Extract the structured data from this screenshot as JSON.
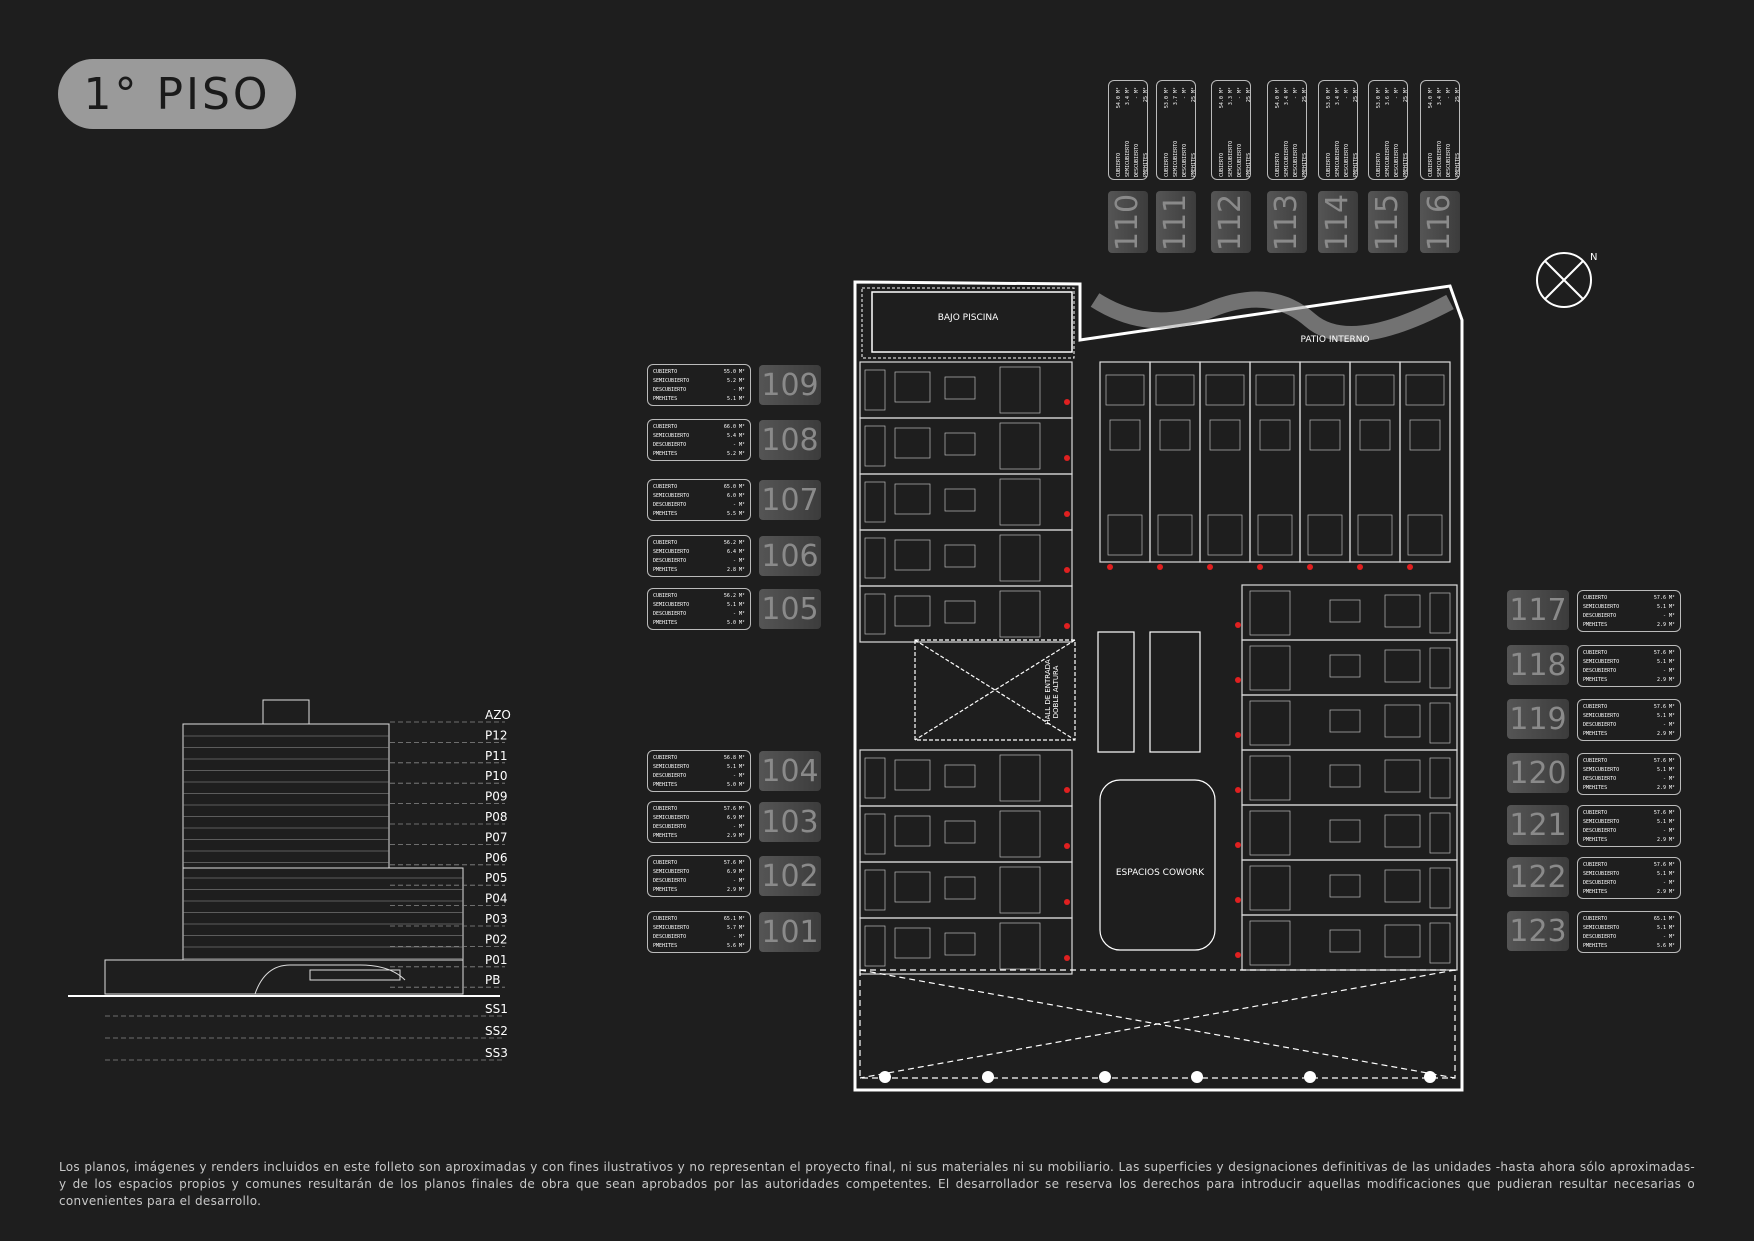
{
  "title": "1° PISO",
  "floor_levels": [
    "AZO",
    "P12",
    "P11",
    "P10",
    "P09",
    "P08",
    "P07",
    "P06",
    "P05",
    "P04",
    "P03",
    "P02",
    "P01",
    "PB",
    "SS1",
    "SS2",
    "SS3"
  ],
  "plan_labels": {
    "bajo_piscina": "BAJO PISCINA",
    "patio_interno": "PATIO INTERNO",
    "hall": "HALL DE ENTRADA",
    "doble_altura": "DOBLE ALTURA",
    "cowork": "ESPACIOS COWORK"
  },
  "compass_label": "N",
  "area_row_labels": [
    "CUBIERTO",
    "SEMICUBIERTO",
    "DESCUBIERTO",
    "PMEHITES"
  ],
  "units_top": [
    {
      "number": "110",
      "values": [
        "54.0 M²",
        "3.4 M²",
        "- M²",
        "25 M²"
      ]
    },
    {
      "number": "111",
      "values": [
        "53.0 M²",
        "3.7 M²",
        "- M²",
        "25 M²"
      ]
    },
    {
      "number": "112",
      "values": [
        "54.0 M²",
        "3.3 M²",
        "- M²",
        "25 M²"
      ]
    },
    {
      "number": "113",
      "values": [
        "54.0 M²",
        "3.4 M²",
        "- M²",
        "25 M²"
      ]
    },
    {
      "number": "114",
      "values": [
        "53.0 M²",
        "3.4 M²",
        "- M²",
        "25 M²"
      ]
    },
    {
      "number": "115",
      "values": [
        "53.0 M²",
        "3.6 M²",
        "- M²",
        "25 M²"
      ]
    },
    {
      "number": "116",
      "values": [
        "54.0 M²",
        "3.4 M²",
        "- M²",
        "25 M²"
      ]
    }
  ],
  "units_left": [
    {
      "number": "109",
      "values": [
        "55.0 M²",
        "5.2 M²",
        "- M²",
        "5.1 M²"
      ]
    },
    {
      "number": "108",
      "values": [
        "66.0 M²",
        "5.4 M²",
        "- M²",
        "5.2 M²"
      ]
    },
    {
      "number": "107",
      "values": [
        "65.0 M²",
        "6.0 M²",
        "- M²",
        "5.5 M²"
      ]
    },
    {
      "number": "106",
      "values": [
        "56.2 M²",
        "6.4 M²",
        "- M²",
        "2.8 M²"
      ]
    },
    {
      "number": "105",
      "values": [
        "56.2 M²",
        "5.1 M²",
        "- M²",
        "5.0 M²"
      ]
    },
    {
      "number": "104",
      "values": [
        "56.8 M²",
        "5.1 M²",
        "- M²",
        "5.0 M²"
      ]
    },
    {
      "number": "103",
      "values": [
        "57.6 M²",
        "6.9 M²",
        "- M²",
        "2.9 M²"
      ]
    },
    {
      "number": "102",
      "values": [
        "57.6 M²",
        "6.9 M²",
        "- M²",
        "2.9 M²"
      ]
    },
    {
      "number": "101",
      "values": [
        "65.1 M²",
        "5.7 M²",
        "- M²",
        "5.6 M²"
      ]
    }
  ],
  "units_right": [
    {
      "number": "117",
      "values": [
        "57.6 M²",
        "5.1 M²",
        "- M²",
        "2.9 M²"
      ]
    },
    {
      "number": "118",
      "values": [
        "57.6 M²",
        "5.1 M²",
        "- M²",
        "2.9 M²"
      ]
    },
    {
      "number": "119",
      "values": [
        "57.6 M²",
        "5.1 M²",
        "- M²",
        "2.9 M²"
      ]
    },
    {
      "number": "120",
      "values": [
        "57.6 M²",
        "5.1 M²",
        "- M²",
        "2.9 M²"
      ]
    },
    {
      "number": "121",
      "values": [
        "57.6 M²",
        "5.1 M²",
        "- M²",
        "2.9 M²"
      ]
    },
    {
      "number": "122",
      "values": [
        "57.6 M²",
        "5.1 M²",
        "- M²",
        "2.9 M²"
      ]
    },
    {
      "number": "123",
      "values": [
        "65.1 M²",
        "5.1 M²",
        "- M²",
        "5.6 M²"
      ]
    }
  ],
  "disclaimer": "Los planos, imágenes y renders incluidos en este folleto son aproximadas y con fines ilustrativos y no representan el proyecto final, ni sus materiales ni su mobiliario. Las superficies y designaciones definitivas de las unidades -hasta ahora sólo aproximadas- y de los espacios propios y comunes resultarán de los planos finales de obra que sean aprobados por las autoridades competentes. El desarrollador se reserva los derechos para introducir aquellas modificaciones que pudieran resultar necesarias o convenientes para el desarrollo.",
  "colors": {
    "background": "#1e1e1e",
    "title_pill": "#9a9a9a",
    "highlight": "#e02020"
  }
}
